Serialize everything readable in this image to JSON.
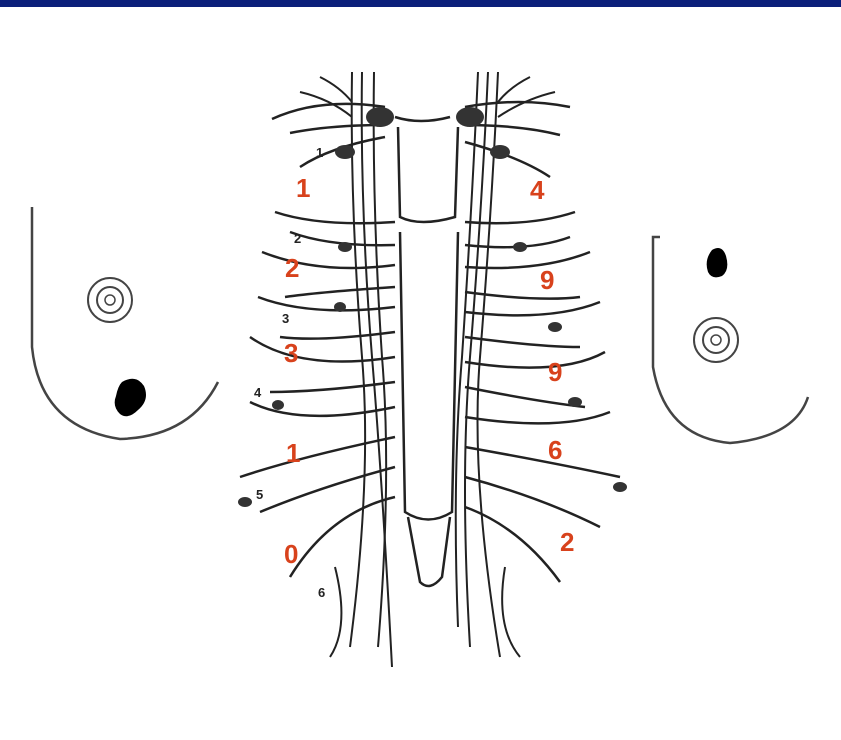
{
  "header": {
    "text": ""
  },
  "colors": {
    "accent_number": "#d8421c",
    "line": "#222222",
    "header_bar": "#0b1f7a"
  },
  "ribs": {
    "left_labels": [
      "1",
      "2",
      "3",
      "4",
      "5",
      "6"
    ]
  },
  "node_counts": {
    "left": [
      "1",
      "2",
      "3",
      "1",
      "0"
    ],
    "right": [
      "4",
      "9",
      "9",
      "6",
      "2"
    ]
  }
}
